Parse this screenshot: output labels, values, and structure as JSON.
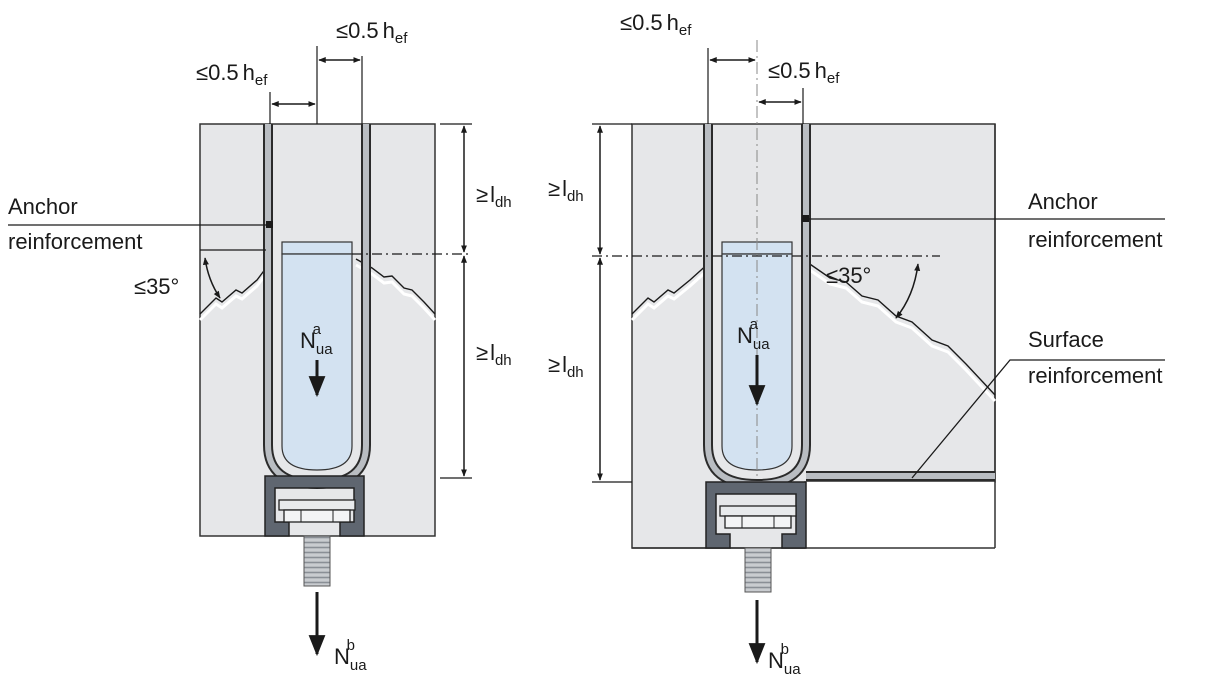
{
  "dimensions": {
    "le": "≤",
    "ge": "≥",
    "half": "0.5",
    "h": "h",
    "ef": "ef",
    "l": "l",
    "dh": "dh",
    "angle": "35°"
  },
  "force": {
    "N": "N",
    "ua": "ua",
    "a": "a",
    "b": "b"
  },
  "labels": {
    "anchor_line1": "Anchor",
    "anchor_line2": "reinforcement",
    "surface_line1": "Surface",
    "surface_line2": "reinforcement"
  },
  "colors": {
    "concrete": "#e6e7e9",
    "rail": "#5f6670",
    "anchor_body": "#d3e2f1",
    "rebar_fill": "#b9bdc2",
    "ink": "#1a1a1a"
  }
}
